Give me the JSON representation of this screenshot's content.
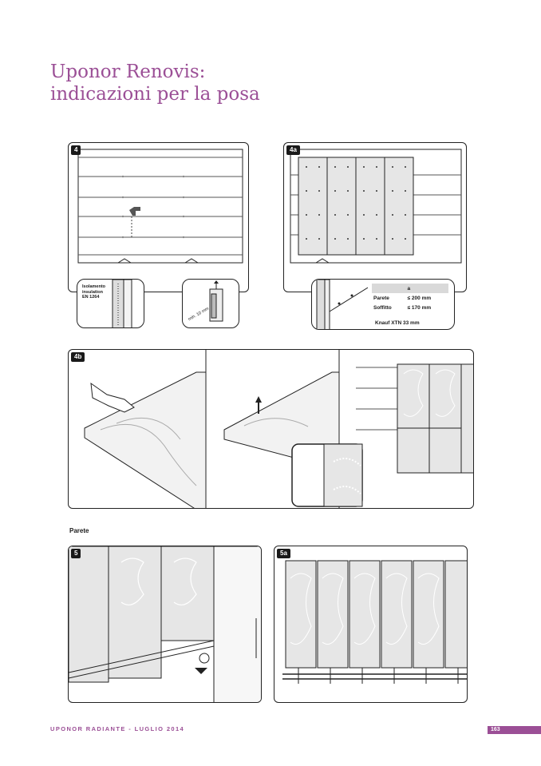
{
  "heading": {
    "line1": "Uponor Renovis:",
    "line2": "indicazioni per la posa"
  },
  "figures": {
    "fig4": {
      "label": "4",
      "callout_left": [
        "Isolamento",
        "insulation",
        "EN 1264"
      ],
      "callout_right_dim": "min. 10 mm"
    },
    "fig4a": {
      "label": "4a",
      "table": {
        "header": [
          "",
          "a"
        ],
        "rows": [
          {
            "location": "Parete",
            "value": "≤ 200 mm"
          },
          {
            "location": "Soffitto",
            "value": "≤ 170 mm"
          }
        ]
      },
      "knauf_label": "Knauf XTN 33 mm"
    },
    "fig4b": {
      "label": "4b"
    },
    "section_label": "Parete",
    "fig5": {
      "label": "5"
    },
    "fig5a": {
      "label": "5a"
    }
  },
  "footer": {
    "left_text": "UPONOR RADIANTE - LUGLIO 2014",
    "page_number": "163"
  },
  "colors": {
    "brand": "#9b4f96",
    "panel_fill": "#e6e6e6",
    "line": "#222222"
  }
}
